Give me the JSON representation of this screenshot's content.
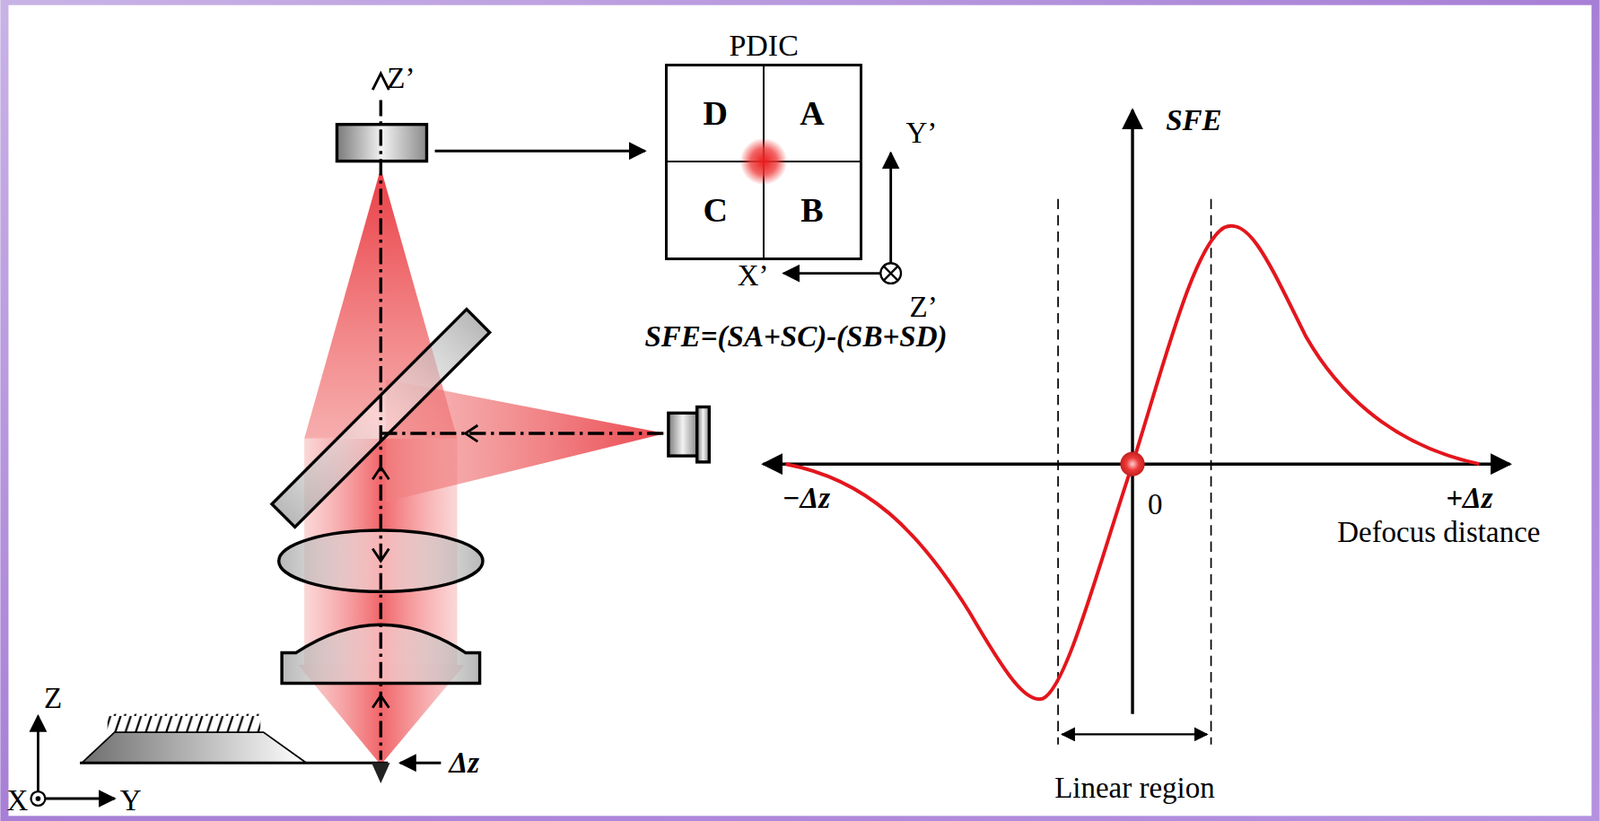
{
  "diagram": {
    "nodes": [
      {
        "text": [
          "PDIC"
        ]
      },
      {
        "text": [
          "D"
        ],
        "in": 0
      },
      {
        "text": [
          "A"
        ],
        "in": 0
      },
      {
        "text": [
          "C"
        ],
        "in": 0
      },
      {
        "text": [
          "B"
        ],
        "in": 0
      }
    ],
    "labels": [
      "Z’",
      "Y’",
      "X’",
      "Z’",
      "SFE=(SA+SC)-(SB+SD)",
      "SFE",
      "−Δz",
      "0",
      "+Δz",
      "Defocus distance",
      "Linear region",
      "Z",
      "Y",
      "X",
      "Δz"
    ]
  }
}
